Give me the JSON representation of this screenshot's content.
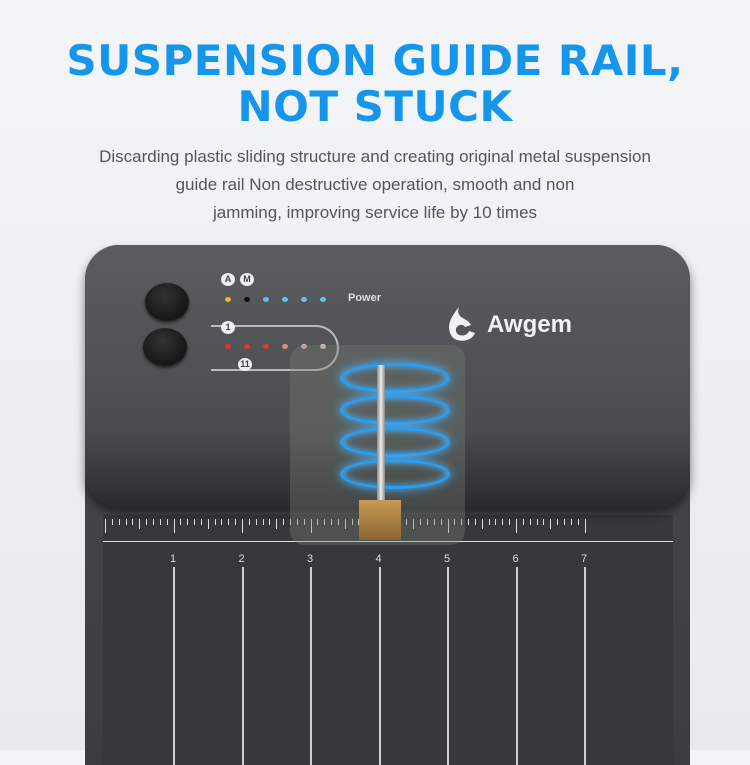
{
  "headline": {
    "line1": "SUSPENSION GUIDE RAIL,",
    "line2": "NOT STUCK"
  },
  "description": [
    "Discarding plastic sliding structure and creating original metal suspension",
    "guide rail Non destructive operation, smooth and non",
    "jamming, improving service life by 10 times"
  ],
  "device": {
    "mode_badges": [
      "A",
      "M"
    ],
    "power_label": "Power",
    "brand": "Awgem",
    "speed_badges": [
      "1",
      "11"
    ],
    "power_leds": [
      "#f5b23a",
      "#111111",
      "#5cc3f0",
      "#5cc3f0",
      "#5cc3f0",
      "#5cc3f0"
    ],
    "speed_leds": [
      "#e8322a",
      "#e8322a",
      "#e23a30",
      "#d98c86",
      "#e0b0aa",
      "#e6c8c2"
    ],
    "ruler_numbers": [
      "1",
      "2",
      "3",
      "4",
      "5",
      "6",
      "7"
    ]
  },
  "colors": {
    "headline": "#1596ea",
    "glow": "#2a9df4"
  }
}
